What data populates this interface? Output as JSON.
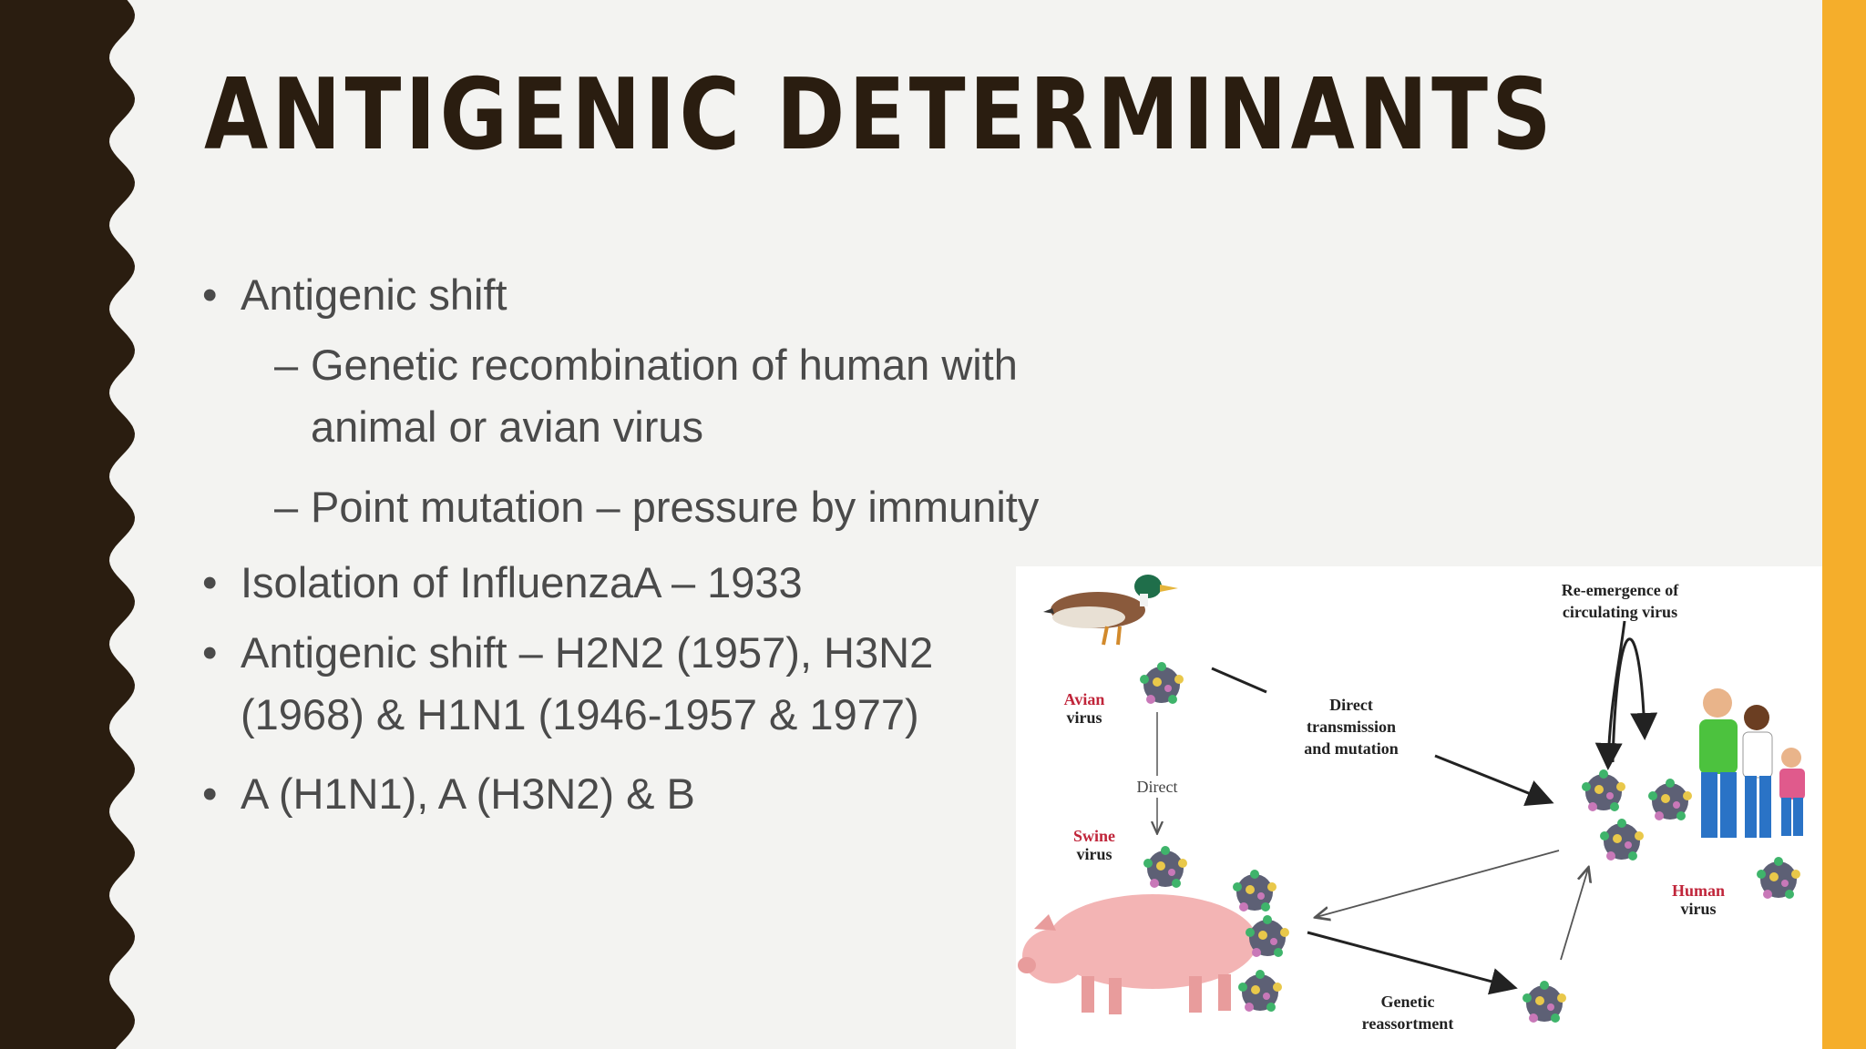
{
  "slide": {
    "title": "ANTIGENIC DETERMINANTS",
    "colors": {
      "background": "#f3f3f1",
      "left_band": "#2a1d10",
      "right_bar": "#f5ae2b",
      "title": "#2a1d10",
      "text": "#4a4a4a"
    }
  },
  "bullets": [
    {
      "marker": "•",
      "text": "Antigenic shift"
    },
    {
      "marker": "–",
      "text": "Genetic recombination of human with"
    },
    {
      "text": "animal or avian virus"
    },
    {
      "marker": "–",
      "text": "Point mutation – pressure by immunity"
    },
    {
      "marker": "•",
      "text": "Isolation of InfluenzaA – 1933"
    },
    {
      "marker": "•",
      "text": "Antigenic shift – H2N2 (1957), H3N2"
    },
    {
      "text": "(1968) & H1N1 (1946-1957 & 1977)"
    },
    {
      "marker": "•",
      "text": "A (H1N1), A (H3N2) & B"
    }
  ],
  "figure": {
    "labels": {
      "avian_1": "Avian",
      "avian_2": "virus",
      "swine_1": "Swine",
      "swine_2": "virus",
      "human_1": "Human",
      "human_2": "virus",
      "direct": "Direct",
      "direct_tm_1": "Direct",
      "direct_tm_2": "transmission",
      "direct_tm_3": "and mutation",
      "reemergence_1": "Re-emergence of",
      "reemergence_2": "circulating virus",
      "genetic_1": "Genetic",
      "genetic_2": "reassortment"
    }
  }
}
